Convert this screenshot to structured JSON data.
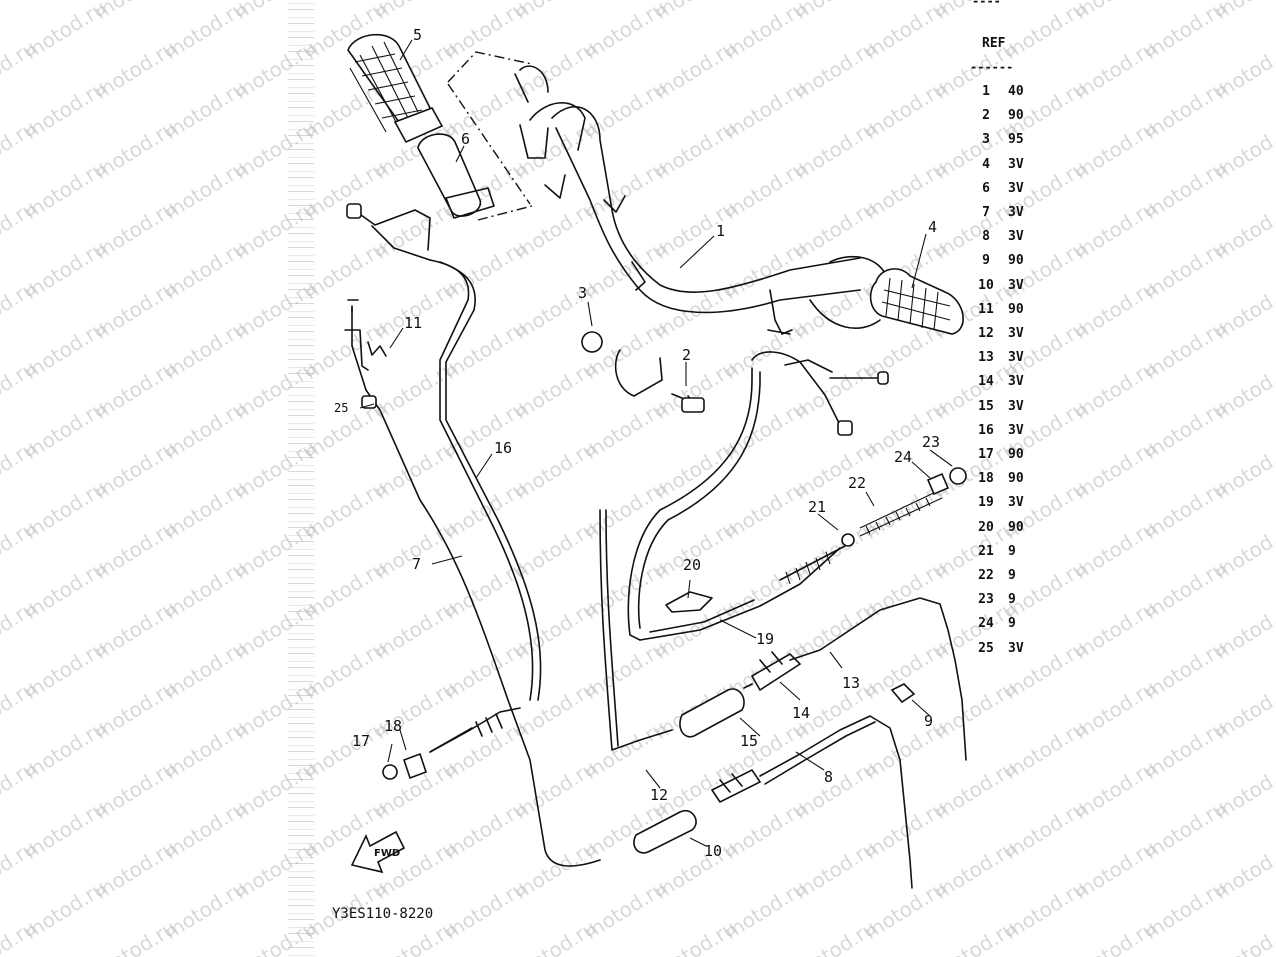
{
  "caption": "Y3ES110-8220",
  "watermark": "motod.ru",
  "fwd_label": "FWD",
  "ref_header": "REF",
  "ref_top_fragment": "----",
  "ref_rule": "------",
  "ref_rows": [
    {
      "num": "1",
      "code": "40"
    },
    {
      "num": "2",
      "code": "90"
    },
    {
      "num": "3",
      "code": "95"
    },
    {
      "num": "4",
      "code": "3V"
    },
    {
      "num": "6",
      "code": "3V"
    },
    {
      "num": "7",
      "code": "3V"
    },
    {
      "num": "8",
      "code": "3V"
    },
    {
      "num": "9",
      "code": "90"
    },
    {
      "num": "10",
      "code": "3V"
    },
    {
      "num": "11",
      "code": "90"
    },
    {
      "num": "12",
      "code": "3V"
    },
    {
      "num": "13",
      "code": "3V"
    },
    {
      "num": "14",
      "code": "3V"
    },
    {
      "num": "15",
      "code": "3V"
    },
    {
      "num": "16",
      "code": "3V"
    },
    {
      "num": "17",
      "code": "90"
    },
    {
      "num": "18",
      "code": "90"
    },
    {
      "num": "19",
      "code": "3V"
    },
    {
      "num": "20",
      "code": "90"
    },
    {
      "num": "21",
      "code": "9"
    },
    {
      "num": "22",
      "code": "9"
    },
    {
      "num": "23",
      "code": "9"
    },
    {
      "num": "24",
      "code": "9"
    },
    {
      "num": "25",
      "code": "3V"
    }
  ],
  "callouts": {
    "c1": "1",
    "c2": "2",
    "c3": "3",
    "c4": "4",
    "c5": "5",
    "c6": "6",
    "c7": "7",
    "c8": "8",
    "c9": "9",
    "c10": "10",
    "c11": "11",
    "c12": "12",
    "c13": "13",
    "c14": "14",
    "c15": "15",
    "c16": "16",
    "c17": "17",
    "c18": "18",
    "c19": "19",
    "c20": "20",
    "c21": "21",
    "c22": "22",
    "c23": "23",
    "c24": "24",
    "c25": "25"
  }
}
